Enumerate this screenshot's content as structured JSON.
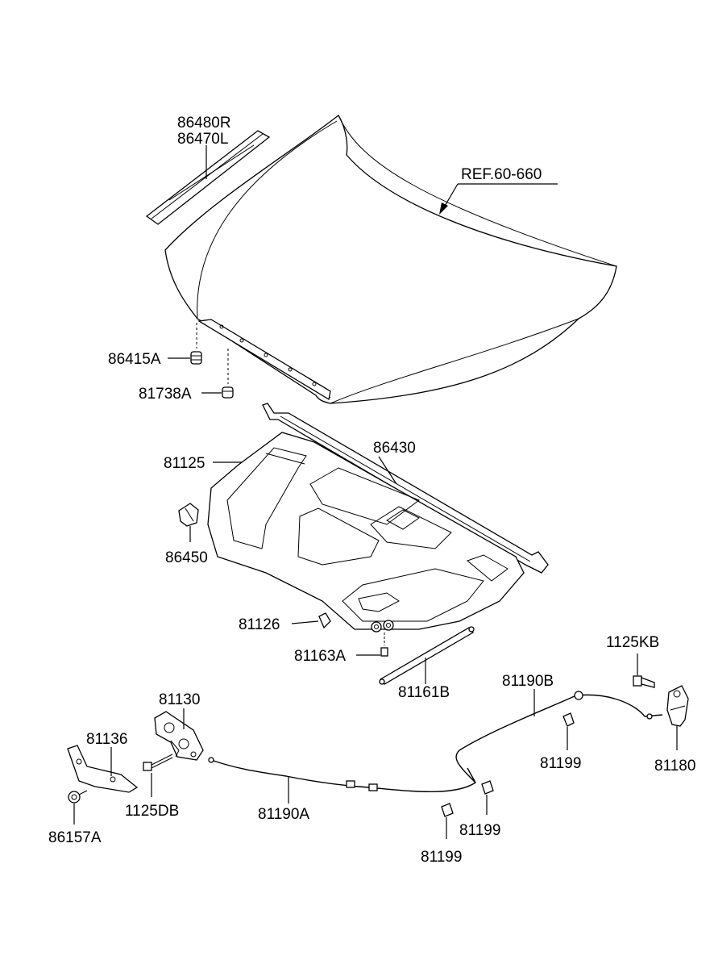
{
  "diagram": {
    "ref_label": "REF.60-660",
    "labels": {
      "l86480R": "86480R",
      "l86470L": "86470L",
      "l86415A": "86415A",
      "l81738A": "81738A",
      "l81125": "81125",
      "l86430": "86430",
      "l86450": "86450",
      "l81126": "81126",
      "l81163A": "81163A",
      "l81161B": "81161B",
      "l81130": "81130",
      "l81136": "81136",
      "l1125DB": "1125DB",
      "l86157A": "86157A",
      "l81190A": "81190A",
      "l81190B": "81190B",
      "l1125KB": "1125KB",
      "l81180": "81180",
      "l81199a": "81199",
      "l81199b": "81199",
      "l81199c": "81199"
    }
  }
}
